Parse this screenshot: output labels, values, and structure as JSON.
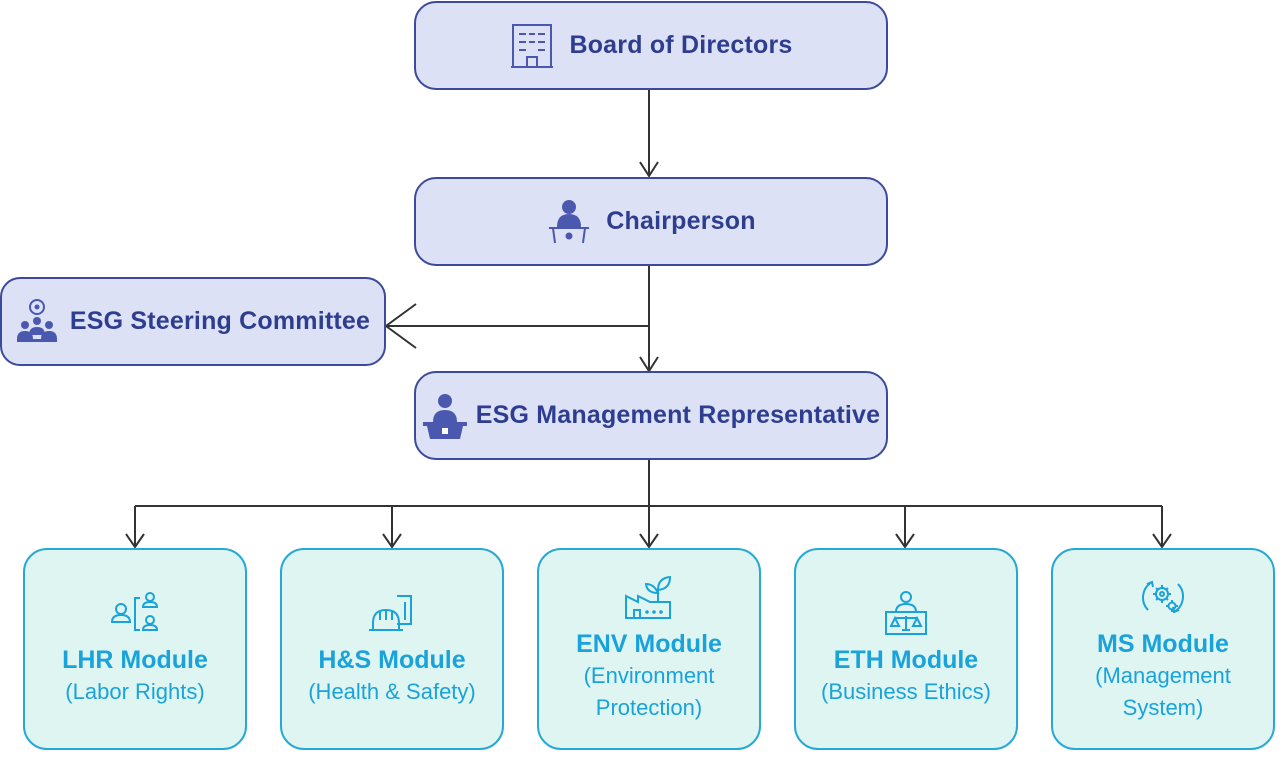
{
  "board": {
    "label": "Board of Directors",
    "icon": "building-icon"
  },
  "chair": {
    "label": "Chairperson",
    "icon": "presenter-icon"
  },
  "steering": {
    "label": "ESG Steering Committee",
    "icon": "team-icon"
  },
  "rep": {
    "label": "ESG Management Representative",
    "icon": "speaker-podium-icon"
  },
  "modules": [
    {
      "title": "LHR Module",
      "subtitle_lines": [
        "(Labor Rights)"
      ],
      "icon": "org-people-icon"
    },
    {
      "title": "H&S Module",
      "subtitle_lines": [
        "(Health & Safety)"
      ],
      "icon": "hardhat-icon"
    },
    {
      "title": "ENV Module",
      "subtitle_lines": [
        "(Environment",
        "Protection)"
      ],
      "icon": "factory-leaf-icon"
    },
    {
      "title": "ETH Module",
      "subtitle_lines": [
        "(Business Ethics)"
      ],
      "icon": "scales-icon"
    },
    {
      "title": "MS Module",
      "subtitle_lines": [
        "(Management",
        "System)"
      ],
      "icon": "gears-cycle-icon"
    }
  ],
  "colors": {
    "governance_fill": "#dde1f5",
    "governance_stroke": "#3b4a9c",
    "governance_text": "#2e3d8f",
    "module_fill": "#dff5f1",
    "module_stroke": "#27a9d6",
    "module_text": "#1aa3db",
    "connector": "#333333"
  }
}
